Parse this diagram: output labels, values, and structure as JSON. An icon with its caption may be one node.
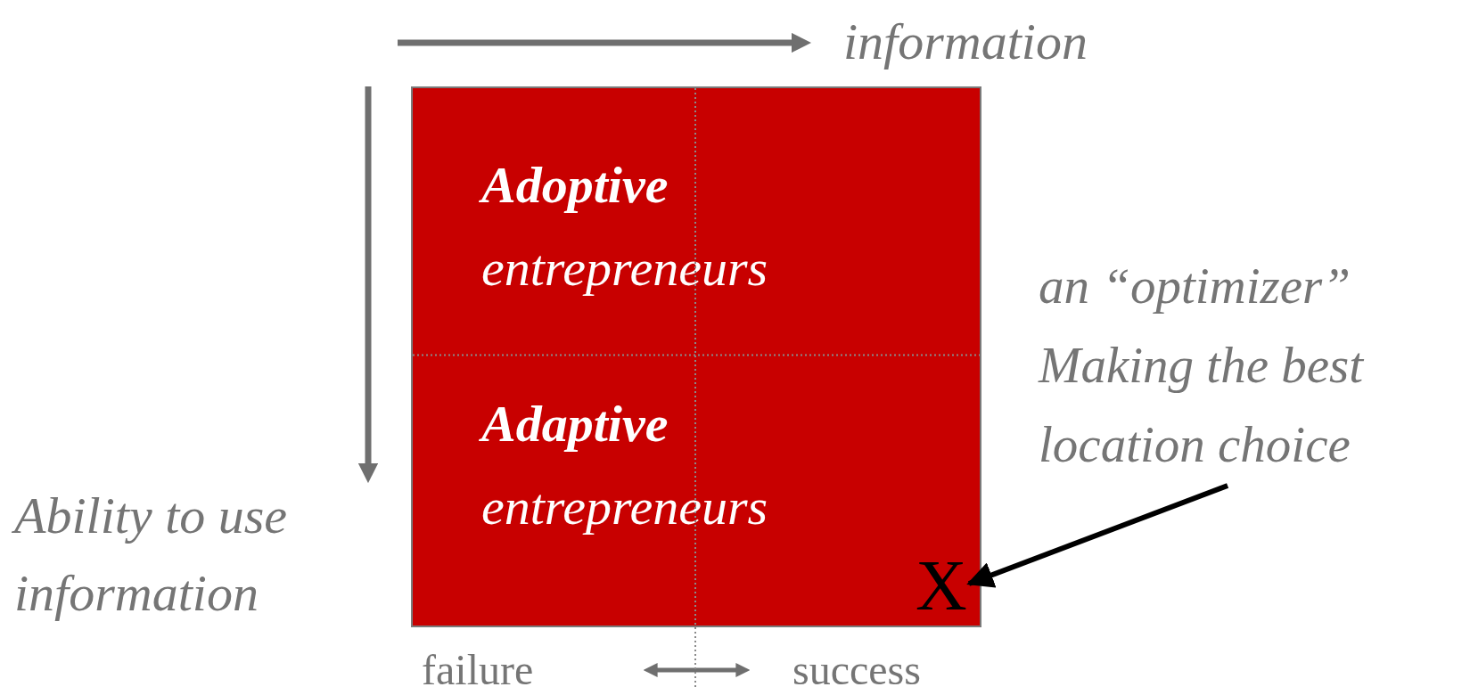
{
  "diagram": {
    "nodes": [
      {
        "text": [
          "**Adoptive** entrepreneurs",
          "**Adaptive** entrepreneurs"
        ]
      },
      {
        "text": [
          "X"
        ],
        "in": 0
      },
      {
        "text": [
          "an “optimizer” Making the best location choice"
        ]
      }
    ],
    "edges": [
      {
        "from": 2,
        "to": 1,
        "arrow": "to"
      }
    ],
    "labels": [
      "information",
      "Ability to use information",
      "failure",
      "success"
    ]
  }
}
